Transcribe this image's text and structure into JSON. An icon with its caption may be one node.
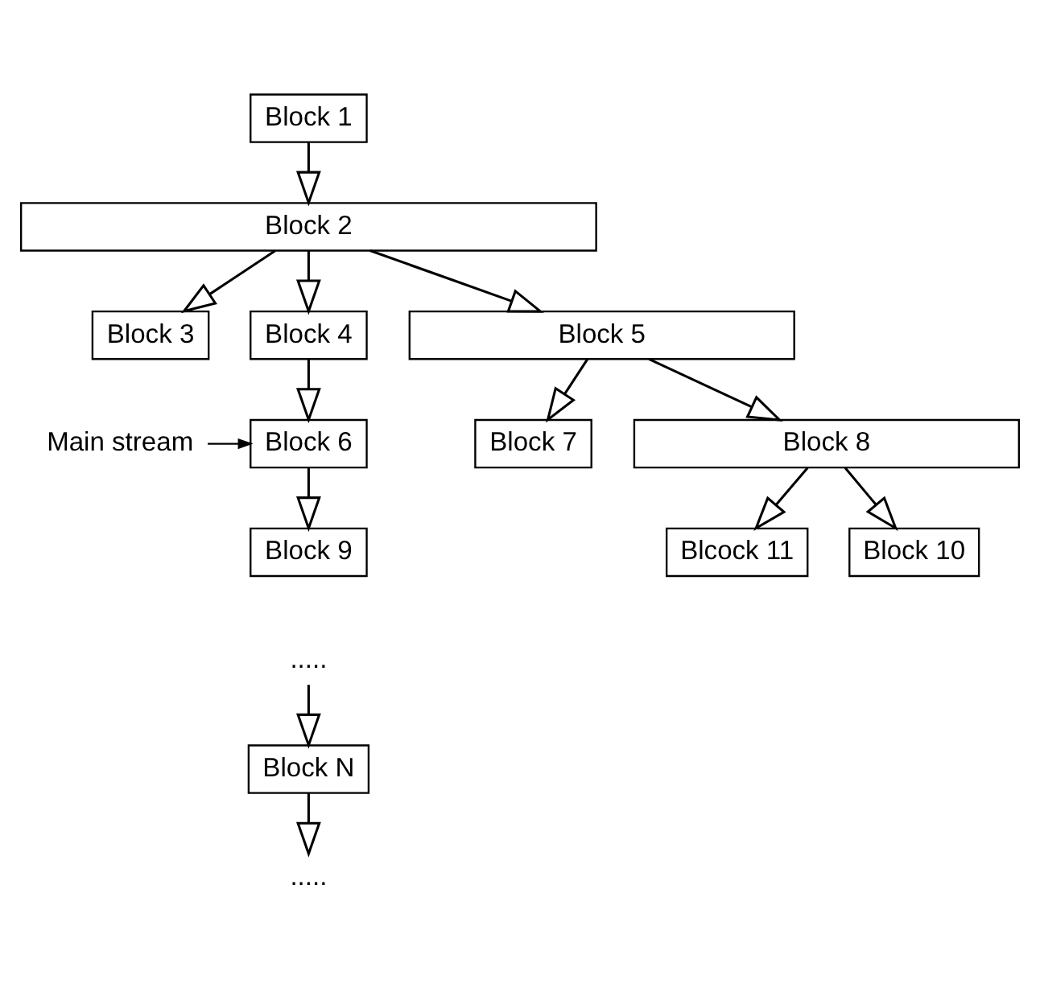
{
  "diagram": {
    "nodes": [
      {
        "text": [
          "Block 1"
        ]
      },
      {
        "text": [
          "Block 2"
        ]
      },
      {
        "text": [
          "Block 3"
        ]
      },
      {
        "text": [
          "Block 4"
        ]
      },
      {
        "text": [
          "Block 5"
        ]
      },
      {
        "text": [
          "Block 6"
        ]
      },
      {
        "text": [
          "Block 7"
        ]
      },
      {
        "text": [
          "Block 8"
        ]
      },
      {
        "text": [
          "Main stream"
        ]
      },
      {
        "text": [
          "Block 9"
        ]
      },
      {
        "text": [
          "Block 10"
        ]
      },
      {
        "text": [
          "Blcock 11"
        ]
      },
      {
        "text": [
          "....."
        ]
      },
      {
        "text": [
          "Block N"
        ]
      },
      {
        "text": [
          "....."
        ]
      }
    ],
    "edges": [
      {
        "from": 0,
        "to": 1,
        "arrow": "to"
      },
      {
        "from": 1,
        "to": 2,
        "arrow": "to"
      },
      {
        "from": 1,
        "to": 3,
        "arrow": "to"
      },
      {
        "from": 1,
        "to": 4,
        "arrow": "to"
      },
      {
        "from": 3,
        "to": 5,
        "arrow": "to"
      },
      {
        "from": 4,
        "to": 6,
        "arrow": "to"
      },
      {
        "from": 4,
        "to": 7,
        "arrow": "to"
      },
      {
        "from": 8,
        "to": 5,
        "arrow": "to"
      },
      {
        "from": 5,
        "to": 9,
        "arrow": "to"
      },
      {
        "from": 7,
        "to": 10,
        "arrow": "to"
      },
      {
        "from": 7,
        "to": 11,
        "arrow": "to"
      },
      {
        "from": 12,
        "to": 13,
        "arrow": "to"
      },
      {
        "from": 13,
        "to": 14,
        "arrow": "to"
      }
    ]
  }
}
